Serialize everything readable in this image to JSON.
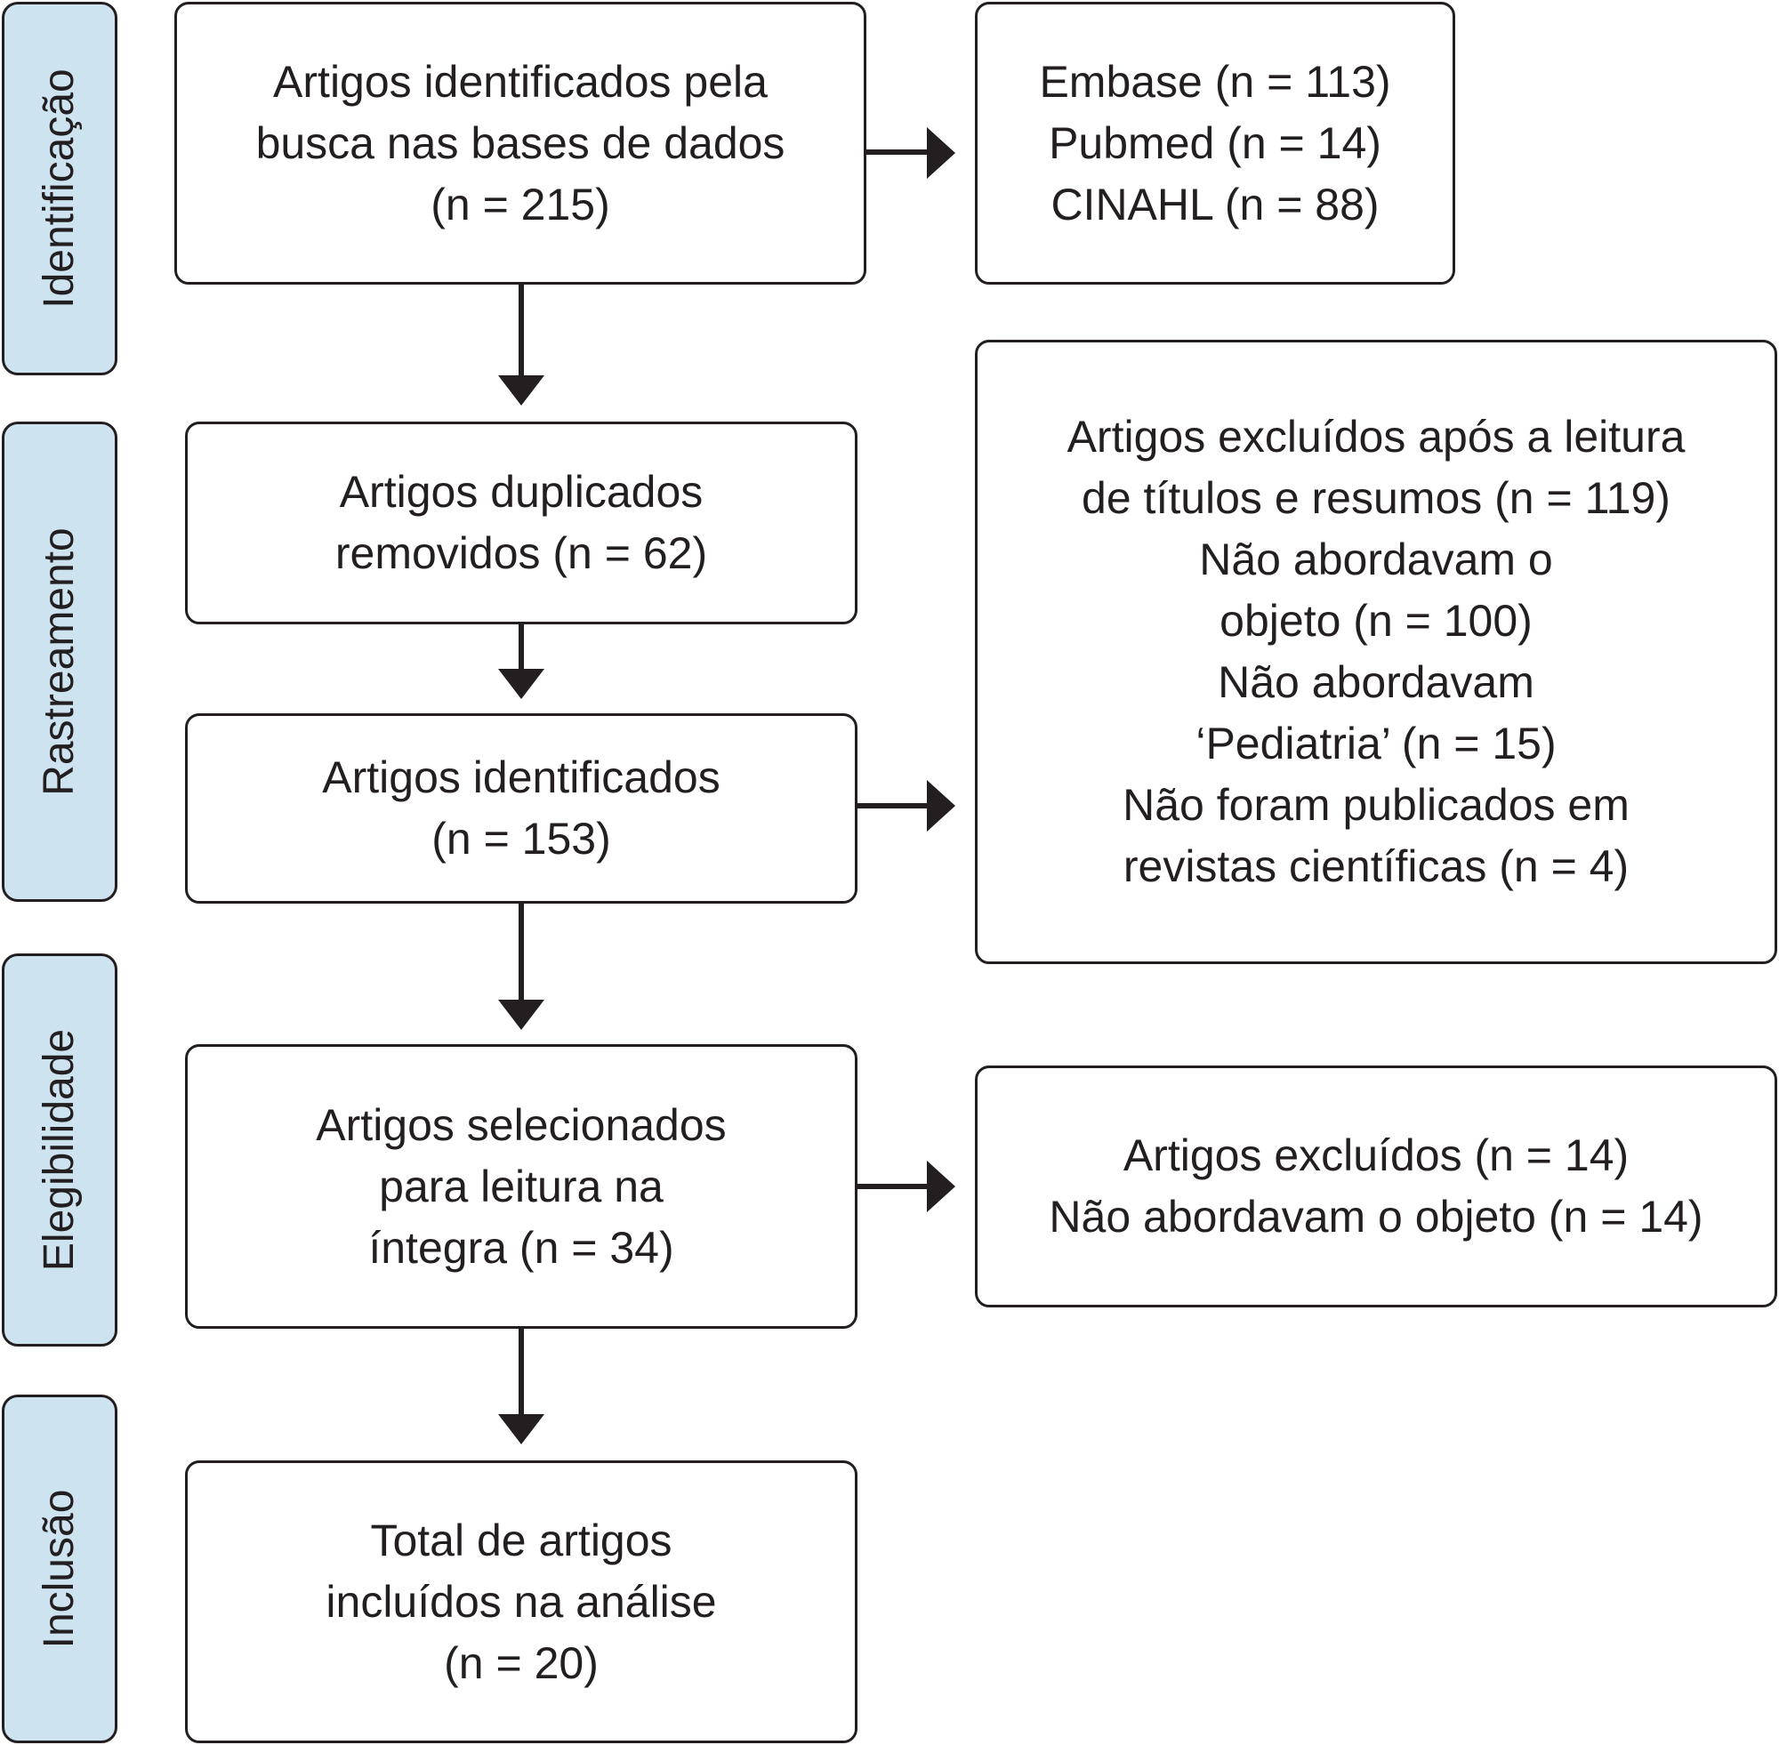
{
  "phases": {
    "identificacao": "Identificação",
    "rastreamento": "Rastreamento",
    "elegibilidade": "Elegibilidade",
    "inclusao": "Inclusão"
  },
  "boxes": {
    "identified": [
      "Artigos identificados pela",
      "busca nas bases de dados",
      "(n = 215)"
    ],
    "databases": [
      "Embase (n = 113)",
      "Pubmed (n = 14)",
      "CINAHL (n = 88)"
    ],
    "duplicates": [
      "Artigos duplicados",
      "removidos (n = 62)"
    ],
    "identified_after": [
      "Artigos identificados",
      "(n = 153)"
    ],
    "excluded_screening": [
      "Artigos excluídos após a leitura",
      "de títulos e resumos (n = 119)",
      "Não abordavam o",
      "objeto (n = 100)",
      "Não abordavam",
      "‘Pediatria’ (n = 15)",
      "Não foram publicados em",
      "revistas científicas (n = 4)"
    ],
    "selected": [
      "Artigos selecionados",
      "para leitura na",
      "íntegra (n = 34)"
    ],
    "excluded_eligibility": [
      "Artigos excluídos (n = 14)",
      "Não abordavam o objeto (n = 14)"
    ],
    "included": [
      "Total de artigos",
      "incluídos na análise",
      "(n = 20)"
    ]
  }
}
